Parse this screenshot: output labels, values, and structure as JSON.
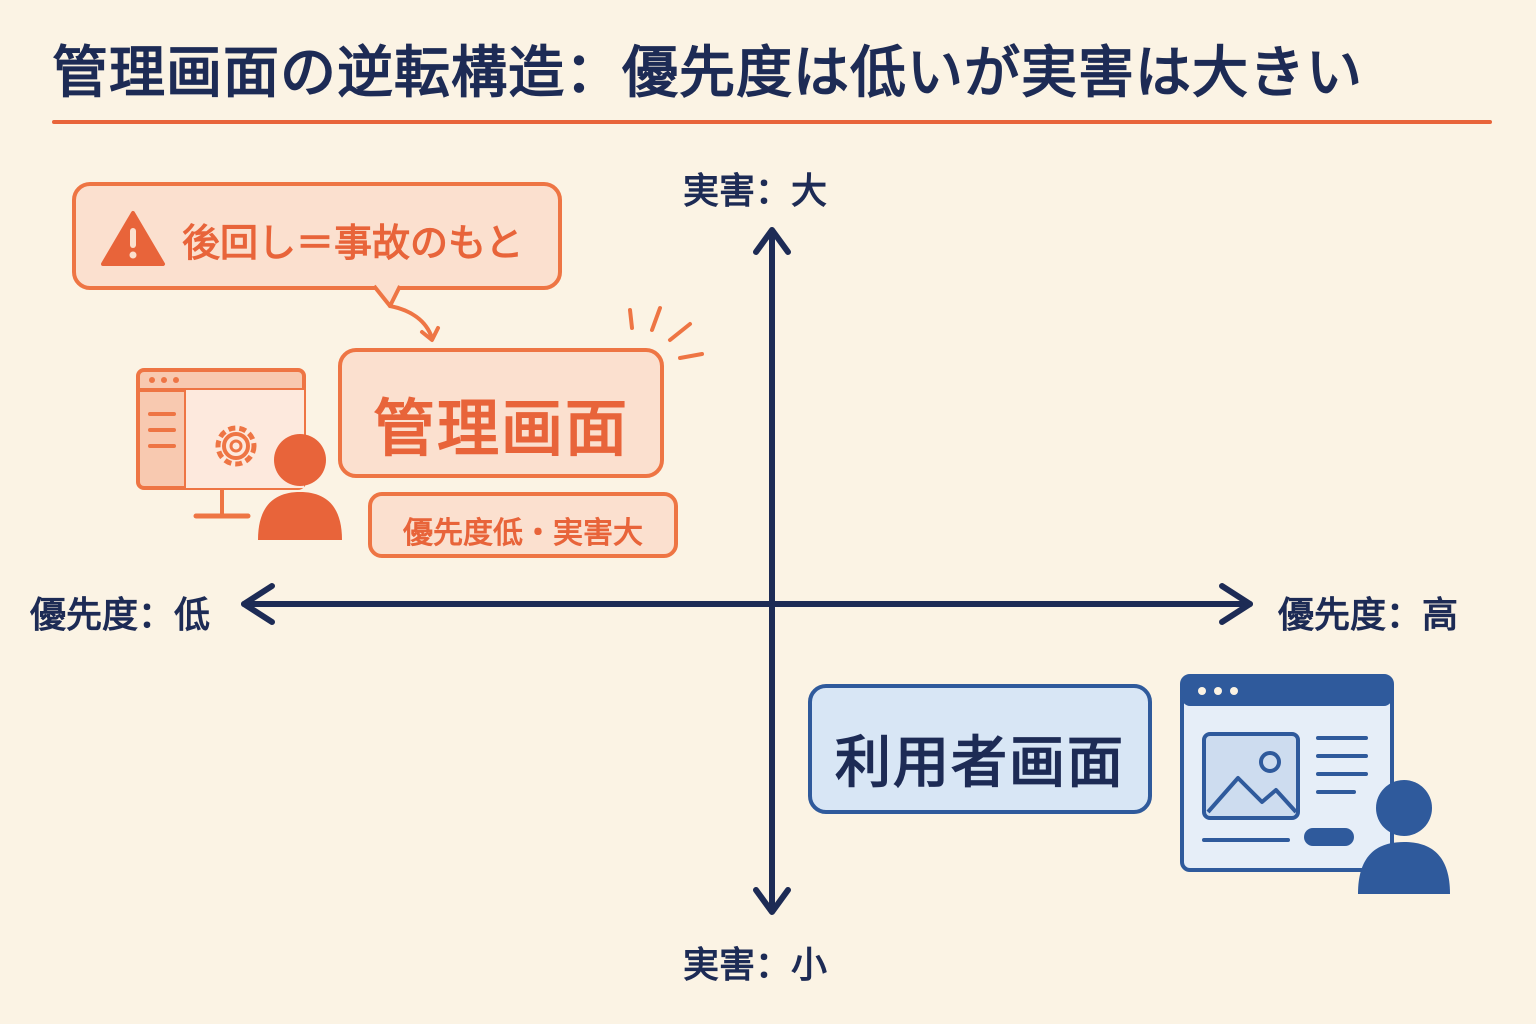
{
  "title": "管理画面の逆転構造：優先度は低いが実害は大きい",
  "axes": {
    "top": "実害：大",
    "bottom": "実害：小",
    "left": "優先度：低",
    "right": "優先度：高"
  },
  "warning": {
    "icon": "warning-triangle-icon",
    "text": "後回し＝事故のもと"
  },
  "admin": {
    "label": "管理画面",
    "tag": "優先度低・実害大",
    "icon": "admin-monitor-gear-user-icon"
  },
  "user_screen": {
    "label": "利用者画面",
    "icon": "browser-image-user-icon"
  },
  "colors": {
    "navy": "#1d2b55",
    "orange": "#e8643a",
    "orange_fill": "#fbe0cf",
    "blue": "#2f5a9c",
    "blue_fill": "#d8e6f5",
    "background": "#fbf3e4"
  }
}
